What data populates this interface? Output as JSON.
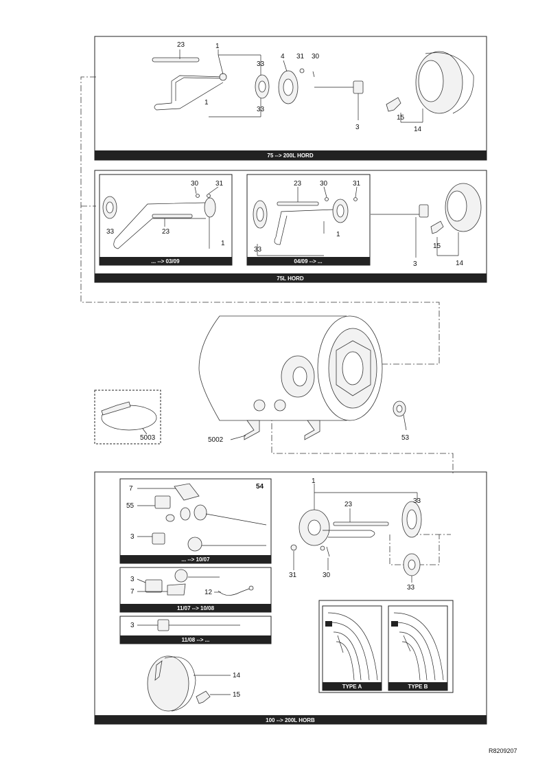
{
  "figure_ref": "R8209207",
  "sections": {
    "top": "75 --> 200L HORD",
    "middle": "75L HORD",
    "middle_left": "... --> 03/09",
    "middle_right": "04/09 --> ...",
    "bottom": "100 --> 200L HORB",
    "bottom_a": "... --> 10/07",
    "bottom_b": "11/07 --> 10/08",
    "bottom_c": "11/08 --> ...",
    "type_a": "TYPE A",
    "type_b": "TYPE B"
  },
  "parts": {
    "p1": "1",
    "p3": "3",
    "p4": "4",
    "p7": "7",
    "p12": "12",
    "p14": "14",
    "p15": "15",
    "p23": "23",
    "p30": "30",
    "p31": "31",
    "p33": "33",
    "p53": "53",
    "p54": "54",
    "p55": "55",
    "p5002": "5002",
    "p5003": "5003"
  }
}
